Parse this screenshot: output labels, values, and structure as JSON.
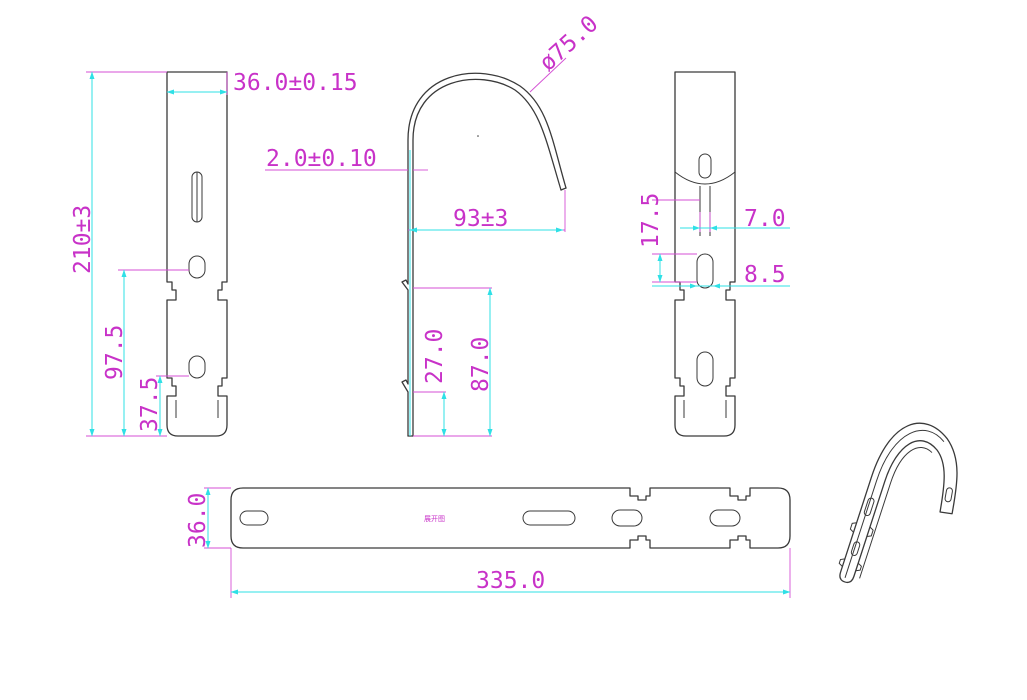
{
  "drawing": {
    "colors": {
      "part_line": "#3a3a3a",
      "dimension_line": "#2fe0e6",
      "extension_line": "#d44fd4",
      "dimension_text": "#c832c8",
      "background": "#ffffff"
    },
    "front_view": {
      "width_label": "36.0±0.15",
      "height_label": "210±3",
      "upper_slot_label": "97.5",
      "lower_slot_label": "37.5"
    },
    "side_view": {
      "diameter_label": "ø75.0",
      "thickness_label": "2.0±0.10",
      "reach_label": "93±3",
      "notch_span_label": "27.0",
      "tail_height_label": "87.0"
    },
    "back_view": {
      "slot_length_label": "17.5",
      "slot_width_label": "7.0",
      "notch_width_label": "8.5"
    },
    "flat_pattern": {
      "width_label": "36.0",
      "length_label": "335.0",
      "stamp_text": "展开图"
    }
  }
}
